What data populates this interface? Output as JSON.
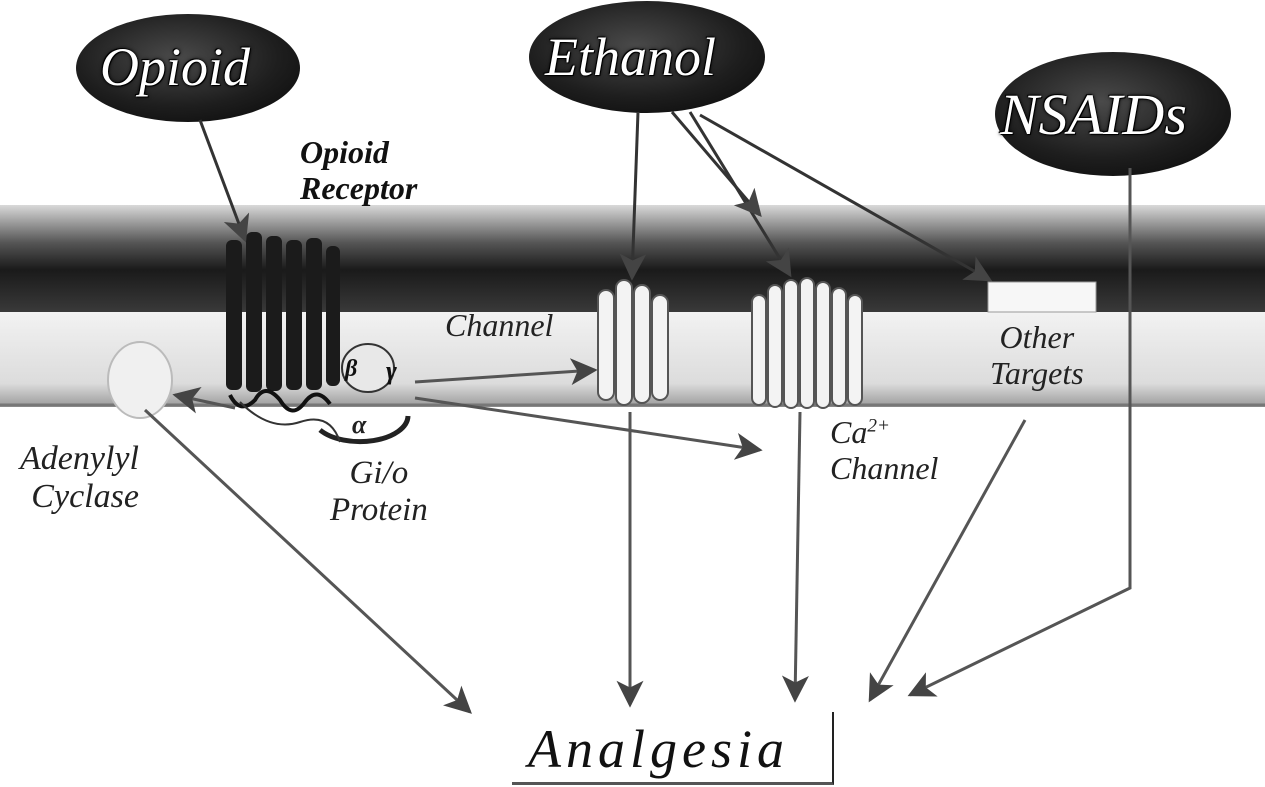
{
  "drugs": {
    "opioid": "Opioid",
    "ethanol": "Ethanol",
    "nsaids": "NSAIDs"
  },
  "labels": {
    "opioid_receptor": "Opioid\nReceptor",
    "channel": "Channel",
    "other_targets": "Other\nTargets",
    "ca_channel_base": "Ca",
    "ca_channel_sup": "2+",
    "ca_channel_rest": "Channel",
    "adenylyl_cyclase": "Adenylyl\nCyclase",
    "gi_protein": "Gi/o\nProtein",
    "alpha": "α",
    "beta": "β",
    "gamma": "γ"
  },
  "outcome": "Analgesia",
  "colors": {
    "oval": "#1e1e1e",
    "membrane_dark": "#2a2a2a",
    "membrane_light": "#bdbdbd",
    "arrow": "#3a3a3a"
  }
}
